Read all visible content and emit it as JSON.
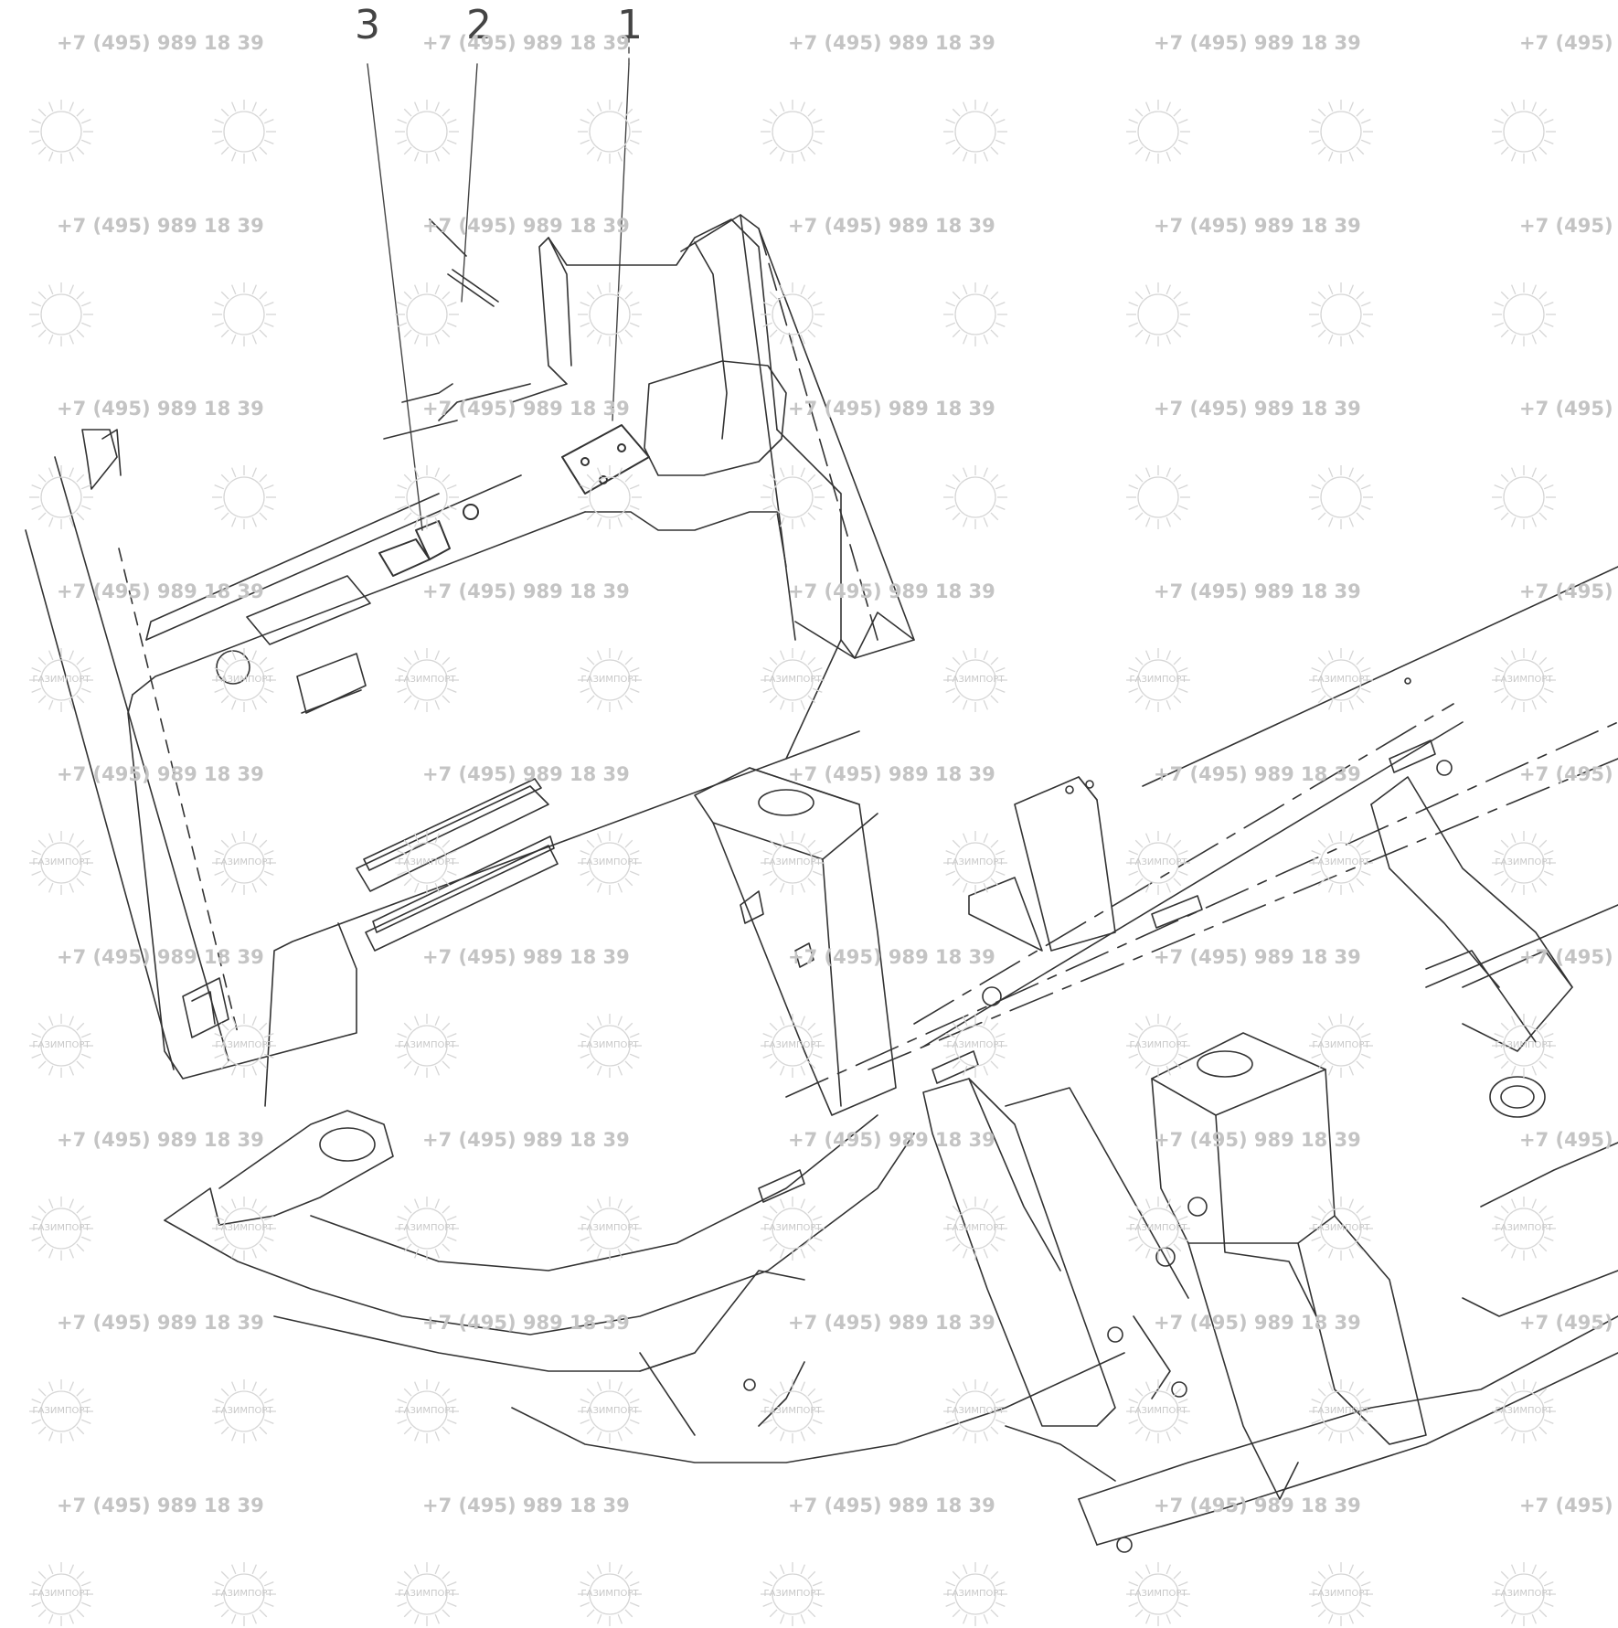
{
  "callouts": [
    "3",
    "2",
    "1"
  ],
  "watermark": {
    "phone": "+7 (495) 989 18 39",
    "brand": "ГАЗИМПОРТ",
    "color": "#c4c4c4"
  },
  "colors": {
    "line": "#333333",
    "background": "#ffffff"
  }
}
